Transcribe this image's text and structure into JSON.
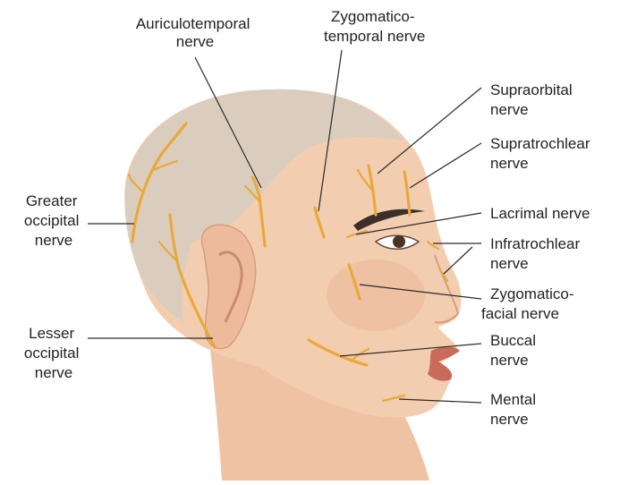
{
  "colors": {
    "skin": "#f3cdb0",
    "skin_shadow": "#e2ac8c",
    "scalp": "#cfc7bd",
    "nerve": "#e9a93a",
    "lips": "#c96a5a",
    "eyebrow": "#3a2f2a",
    "text": "#222222",
    "background": "#ffffff"
  },
  "labels": {
    "auriculotemporal": [
      "Auriculotemporal",
      "nerve"
    ],
    "zygomaticotemporal": [
      "Zygomatico-",
      "temporal nerve"
    ],
    "supraorbital": [
      "Supraorbital",
      "nerve"
    ],
    "supratrochlear": [
      "Supratrochlear",
      "nerve"
    ],
    "greater_occipital": [
      "Greater",
      "occipital",
      "nerve"
    ],
    "lacrimal": [
      "Lacrimal nerve"
    ],
    "infratrochlear": [
      "Infratrochlear",
      "nerve"
    ],
    "zygomaticofacial": [
      "Zygomatico-",
      "facial nerve"
    ],
    "lesser_occipital": [
      "Lesser",
      "occipital",
      "nerve"
    ],
    "buccal": [
      "Buccal",
      "nerve"
    ],
    "mental": [
      "Mental",
      "nerve"
    ]
  }
}
